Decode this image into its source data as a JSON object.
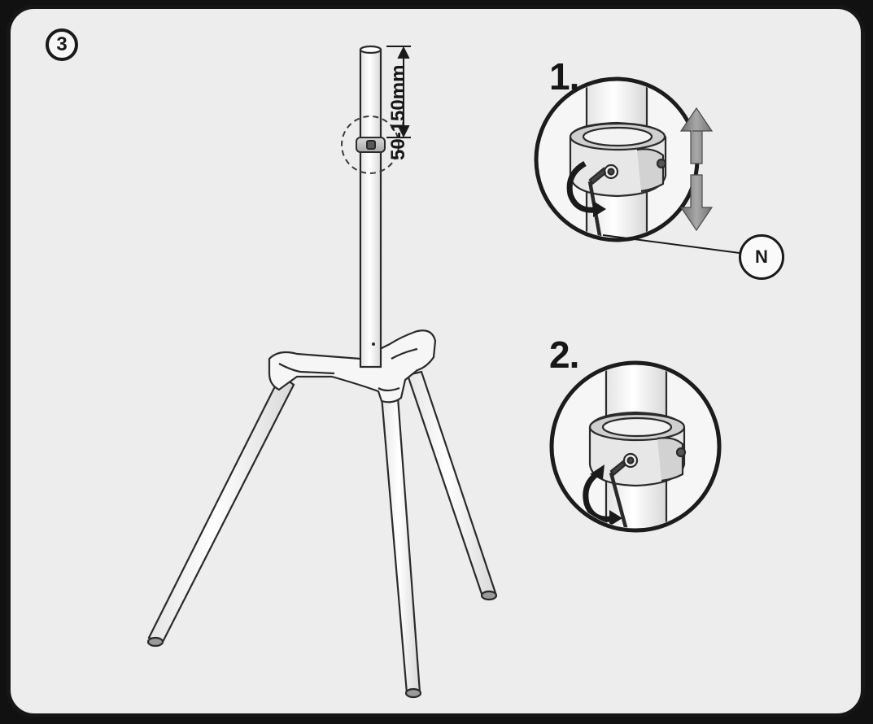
{
  "step_number": "3",
  "height_adjustment_label": "50-150mm",
  "substeps": [
    {
      "label": "1."
    },
    {
      "label": "2."
    }
  ],
  "tool_callout_label": "N",
  "colors": {
    "frame": "#161616",
    "panel_background": "#ededed",
    "part_fill": "#fbfbfb",
    "outline": "#2a2a2a",
    "arrow_gray": "#8c8c8c"
  },
  "icons": {
    "rotate_arrow": "rotate-arrow-icon",
    "up_arrow": "arrow-up-icon",
    "down_arrow": "arrow-down-icon"
  }
}
